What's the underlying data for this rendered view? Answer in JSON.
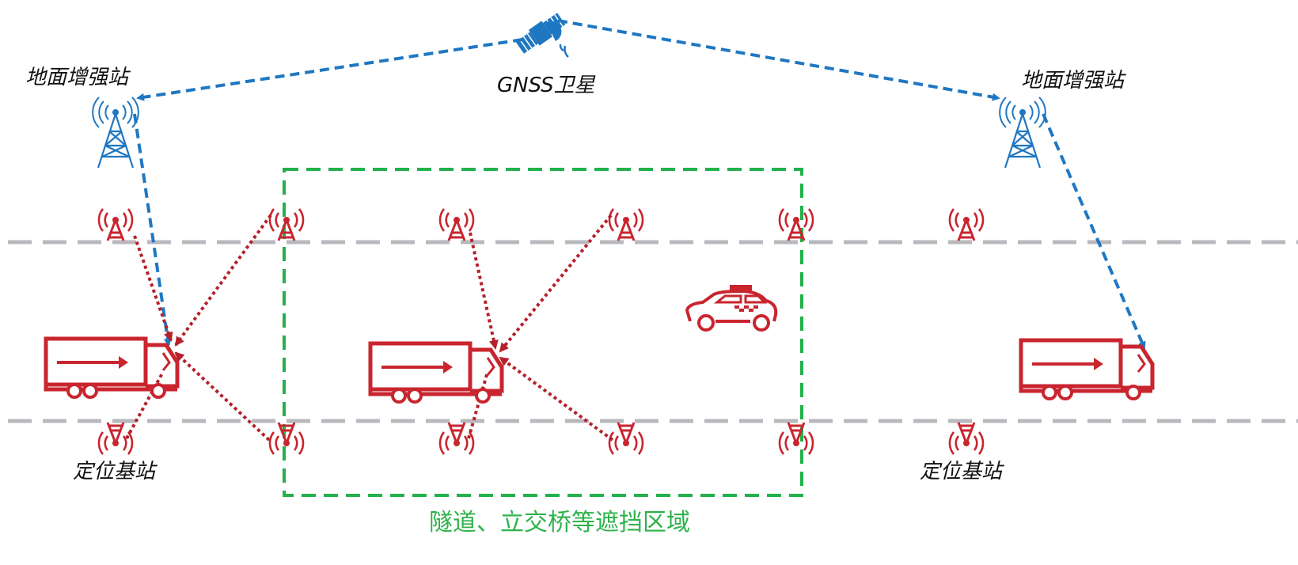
{
  "labels": {
    "satellite": "GNSS卫星",
    "augment_left": "地面增强站",
    "augment_right": "地面增强站",
    "base_left": "定位基站",
    "base_right": "定位基站",
    "zone": "隧道、立交桥等遮挡区域"
  },
  "colors": {
    "blue": "#1f77c2",
    "red": "#b5202b",
    "road": "#b8b8be",
    "zone": "#22b14c"
  }
}
